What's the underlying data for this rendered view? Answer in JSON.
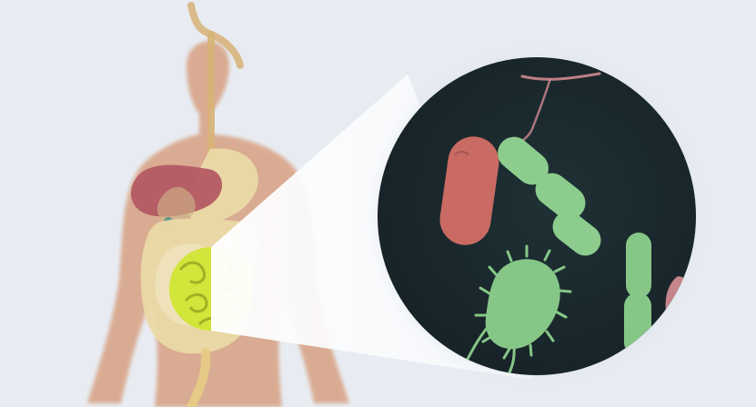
{
  "scene": {
    "background_color": "#e9edf3",
    "body_color": "#d9a88d",
    "liver_color": "#b45a63",
    "digestive_tract_color": "#ead9a6",
    "zoom_spot_color": "#cfe536",
    "magnifier_color": "#1f2a30",
    "bacteria": [
      {
        "name": "red-rod-bacterium",
        "color": "#c96b62"
      },
      {
        "name": "green-chain-bacterium",
        "color": "#8ccc8d"
      },
      {
        "name": "spiky-green-bacterium",
        "color": "#86c787"
      },
      {
        "name": "pink-edge-bacterium",
        "color": "#cf8a8f"
      }
    ]
  }
}
